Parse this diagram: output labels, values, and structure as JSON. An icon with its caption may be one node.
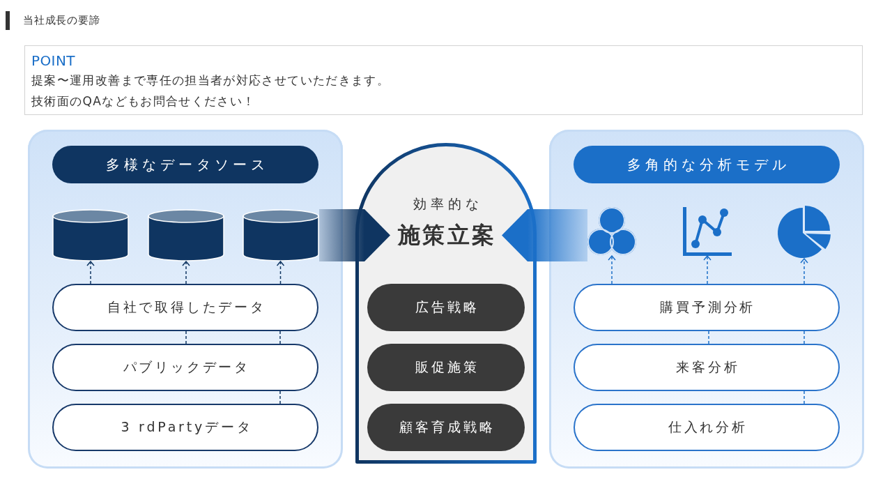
{
  "diagram": {
    "title": "当社成長の要諦",
    "nodes": [
      {
        "text": [
          "POINT",
          "提案〜運用改善まで専任の担当者が対応させていただきます。",
          "技術面のQAなどもお問合せください！"
        ]
      },
      {
        "text": [],
        "shape": "box"
      },
      {
        "text": [
          "多様なデータソース"
        ],
        "in": 1
      },
      {
        "text": [],
        "shape": "cylinder",
        "in": 1
      },
      {
        "text": [],
        "shape": "cylinder",
        "in": 1
      },
      {
        "text": [],
        "shape": "cylinder",
        "in": 1
      },
      {
        "text": [
          "自社で取得したデータ"
        ],
        "in": 1
      },
      {
        "text": [
          "パブリックデータ"
        ],
        "in": 1
      },
      {
        "text": [
          "3 rdPartyデータ"
        ],
        "in": 1
      },
      {
        "text": [
          "効率的な",
          "施策立案"
        ]
      },
      {
        "text": [
          "広告戦略"
        ],
        "in": 9
      },
      {
        "text": [
          "販促施策"
        ],
        "in": 9
      },
      {
        "text": [
          "顧客育成戦略"
        ],
        "in": 9
      },
      {
        "text": [],
        "shape": "box"
      },
      {
        "text": [
          "多角的な分析モデル"
        ],
        "in": 13
      },
      {
        "text": [],
        "shape": "picture",
        "in": 13
      },
      {
        "text": [],
        "shape": "picture",
        "in": 13
      },
      {
        "text": [],
        "shape": "picture",
        "in": 13
      },
      {
        "text": [
          "購買予測分析"
        ],
        "in": 13
      },
      {
        "text": [
          "来客分析"
        ],
        "in": 13
      },
      {
        "text": [
          "仕入れ分析"
        ],
        "in": 13
      }
    ],
    "edges": [
      {
        "from": 6,
        "to": 3,
        "arrow": "to",
        "style": "dashed"
      },
      {
        "from": 6,
        "to": 4,
        "arrow": "to",
        "style": "dashed"
      },
      {
        "from": 6,
        "to": 5,
        "arrow": "to",
        "style": "dashed"
      },
      {
        "from": 7,
        "to": 6,
        "arrow": "none",
        "style": "dashed"
      },
      {
        "from": 7,
        "to": 6,
        "arrow": "none",
        "style": "dashed"
      },
      {
        "from": 8,
        "to": 7,
        "arrow": "none",
        "style": "dashed"
      },
      {
        "from": 5,
        "to": 9,
        "arrow": "to",
        "style": "thick"
      },
      {
        "from": 18,
        "to": 15,
        "arrow": "to",
        "style": "dashed",
        "color": "#1b6fc8"
      },
      {
        "from": 18,
        "to": 16,
        "arrow": "to",
        "style": "dashed",
        "color": "#1b6fc8"
      },
      {
        "from": 18,
        "to": 17,
        "arrow": "to",
        "style": "dashed",
        "color": "#1b6fc8"
      },
      {
        "from": 19,
        "to": 18,
        "arrow": "none",
        "style": "dashed",
        "color": "#1b6fc8"
      },
      {
        "from": 19,
        "to": 18,
        "arrow": "none",
        "style": "dashed",
        "color": "#1b6fc8"
      },
      {
        "from": 20,
        "to": 19,
        "arrow": "none",
        "style": "dashed",
        "color": "#1b6fc8"
      },
      {
        "from": 15,
        "to": 9,
        "arrow": "to",
        "style": "thick",
        "color": "#1b6fc8"
      }
    ]
  }
}
